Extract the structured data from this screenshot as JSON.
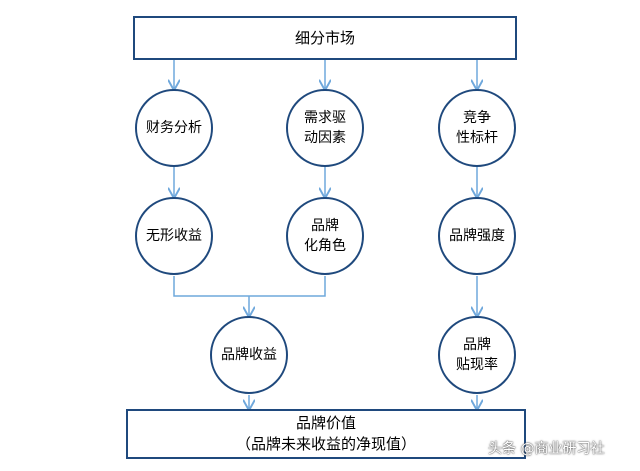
{
  "diagram": {
    "top_box": {
      "label": "细分市场"
    },
    "nodes": {
      "financial_analysis": {
        "label": "财务分析"
      },
      "demand_drivers": {
        "line1": "需求驱",
        "line2": "动因素"
      },
      "competitiveness": {
        "line1": "竞争",
        "line2": "性标杆"
      },
      "intangible_income": {
        "label": "无形收益"
      },
      "brand_role": {
        "line1": "品牌",
        "line2": "化角色"
      },
      "brand_strength": {
        "label": "品牌强度"
      },
      "brand_income": {
        "label": "品牌收益"
      },
      "brand_discount": {
        "line1": "品牌",
        "line2": "贴现率"
      }
    },
    "bottom_box": {
      "line1": "品牌价值",
      "line2": "（品牌未来收益的净现值）"
    },
    "colors": {
      "line": "#6fa8dc",
      "border": "#1f497d"
    }
  },
  "watermark": {
    "text": "头条 @商业研习社"
  }
}
